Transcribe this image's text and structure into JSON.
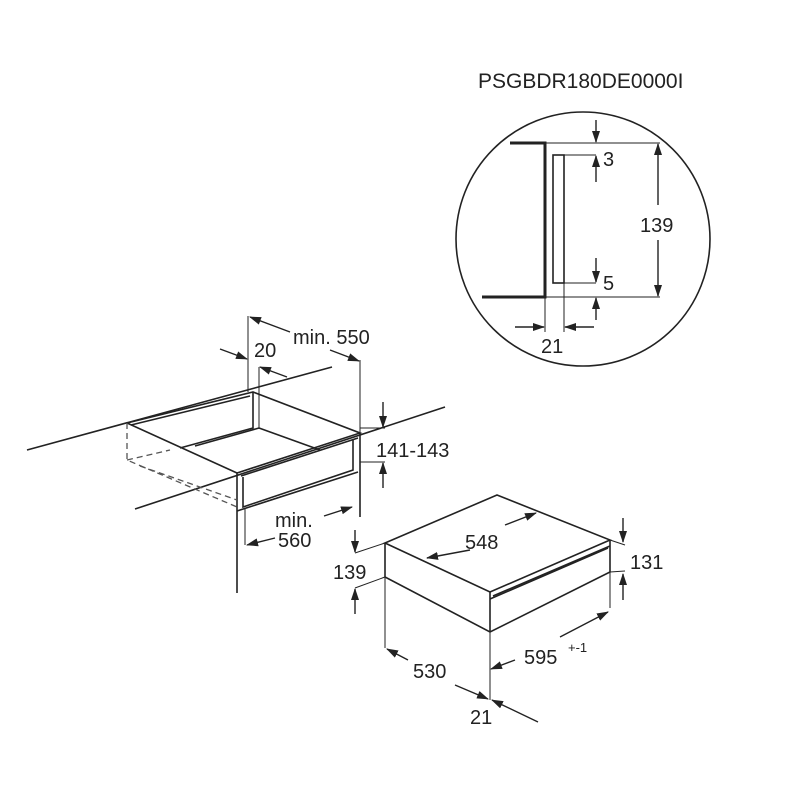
{
  "title": "PSGBDR180DE0000I",
  "detail": {
    "dim_139": "139",
    "dim_3": "3",
    "dim_5": "5",
    "dim_21": "21"
  },
  "niche": {
    "min550": "min. 550",
    "dim_20": "20",
    "height": "141-143",
    "min_label": "min.",
    "dim_560": "560"
  },
  "drawer": {
    "width_548": "548",
    "height_139": "139",
    "height_131": "131",
    "depth_530": "530",
    "front_595": "595",
    "tolerance": "+-1",
    "front_21": "21"
  }
}
